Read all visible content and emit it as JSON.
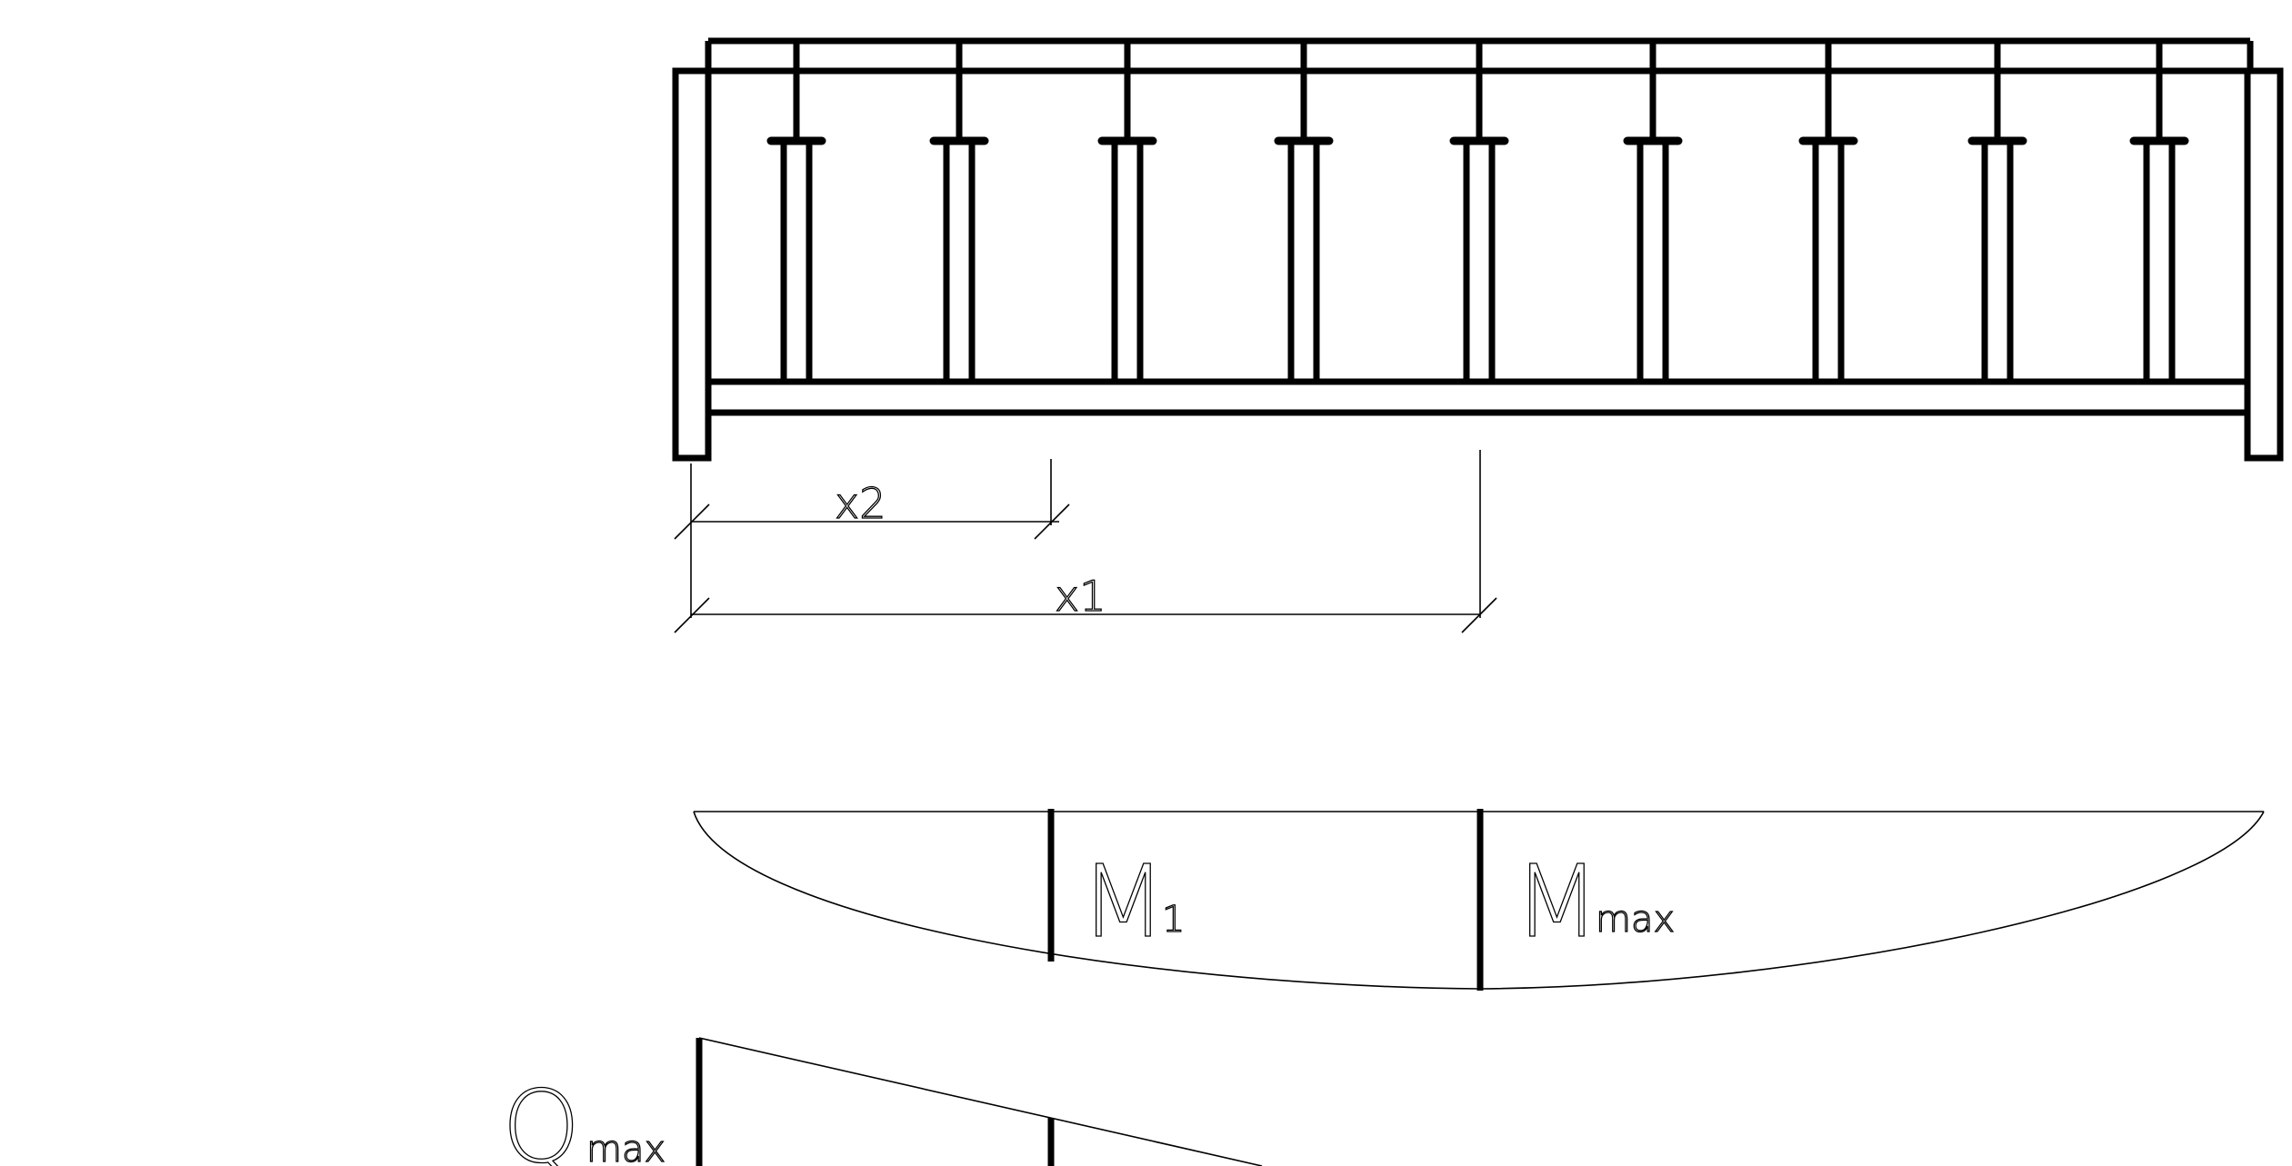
{
  "drawing": {
    "dimensions": {
      "x2_label": "x2",
      "x1_label": "x1"
    },
    "moment_diagram": {
      "m1_main": "M",
      "m1_sub": "1",
      "mmax_main": "M",
      "mmax_sub": "max"
    },
    "shear_diagram": {
      "qmax_main": "Q",
      "qmax_sub": "max"
    }
  }
}
